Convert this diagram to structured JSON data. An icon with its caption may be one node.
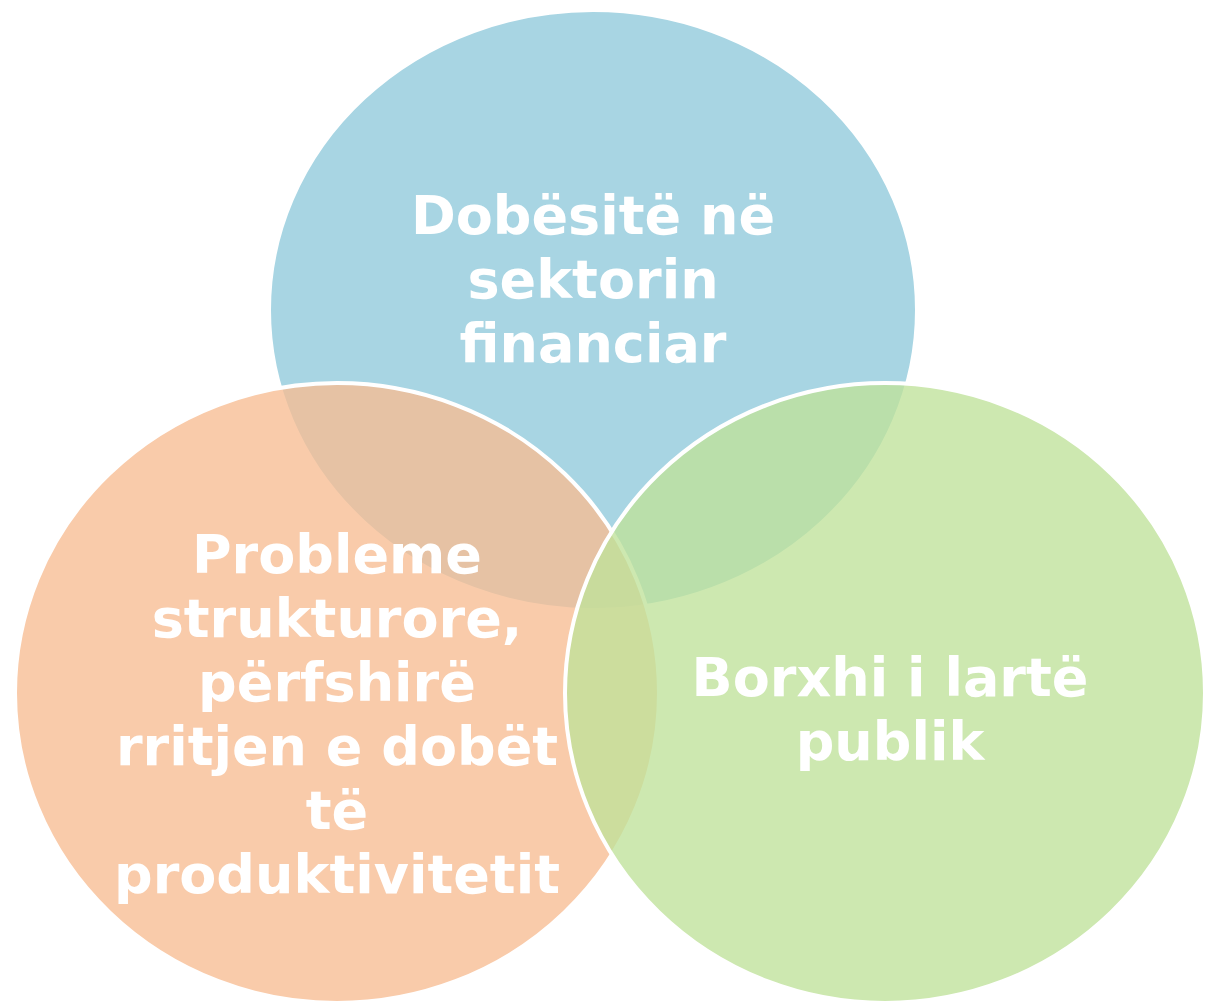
{
  "diagram": {
    "nodes": [
      {
        "text": [
          "Dobësitë në sektorin financiar"
        ]
      },
      {
        "text": [
          "Probleme strukturore, përfshirë rritjen e dobët të produktivitetit"
        ]
      },
      {
        "text": [
          "Borxhi i lartë publik"
        ]
      }
    ]
  }
}
